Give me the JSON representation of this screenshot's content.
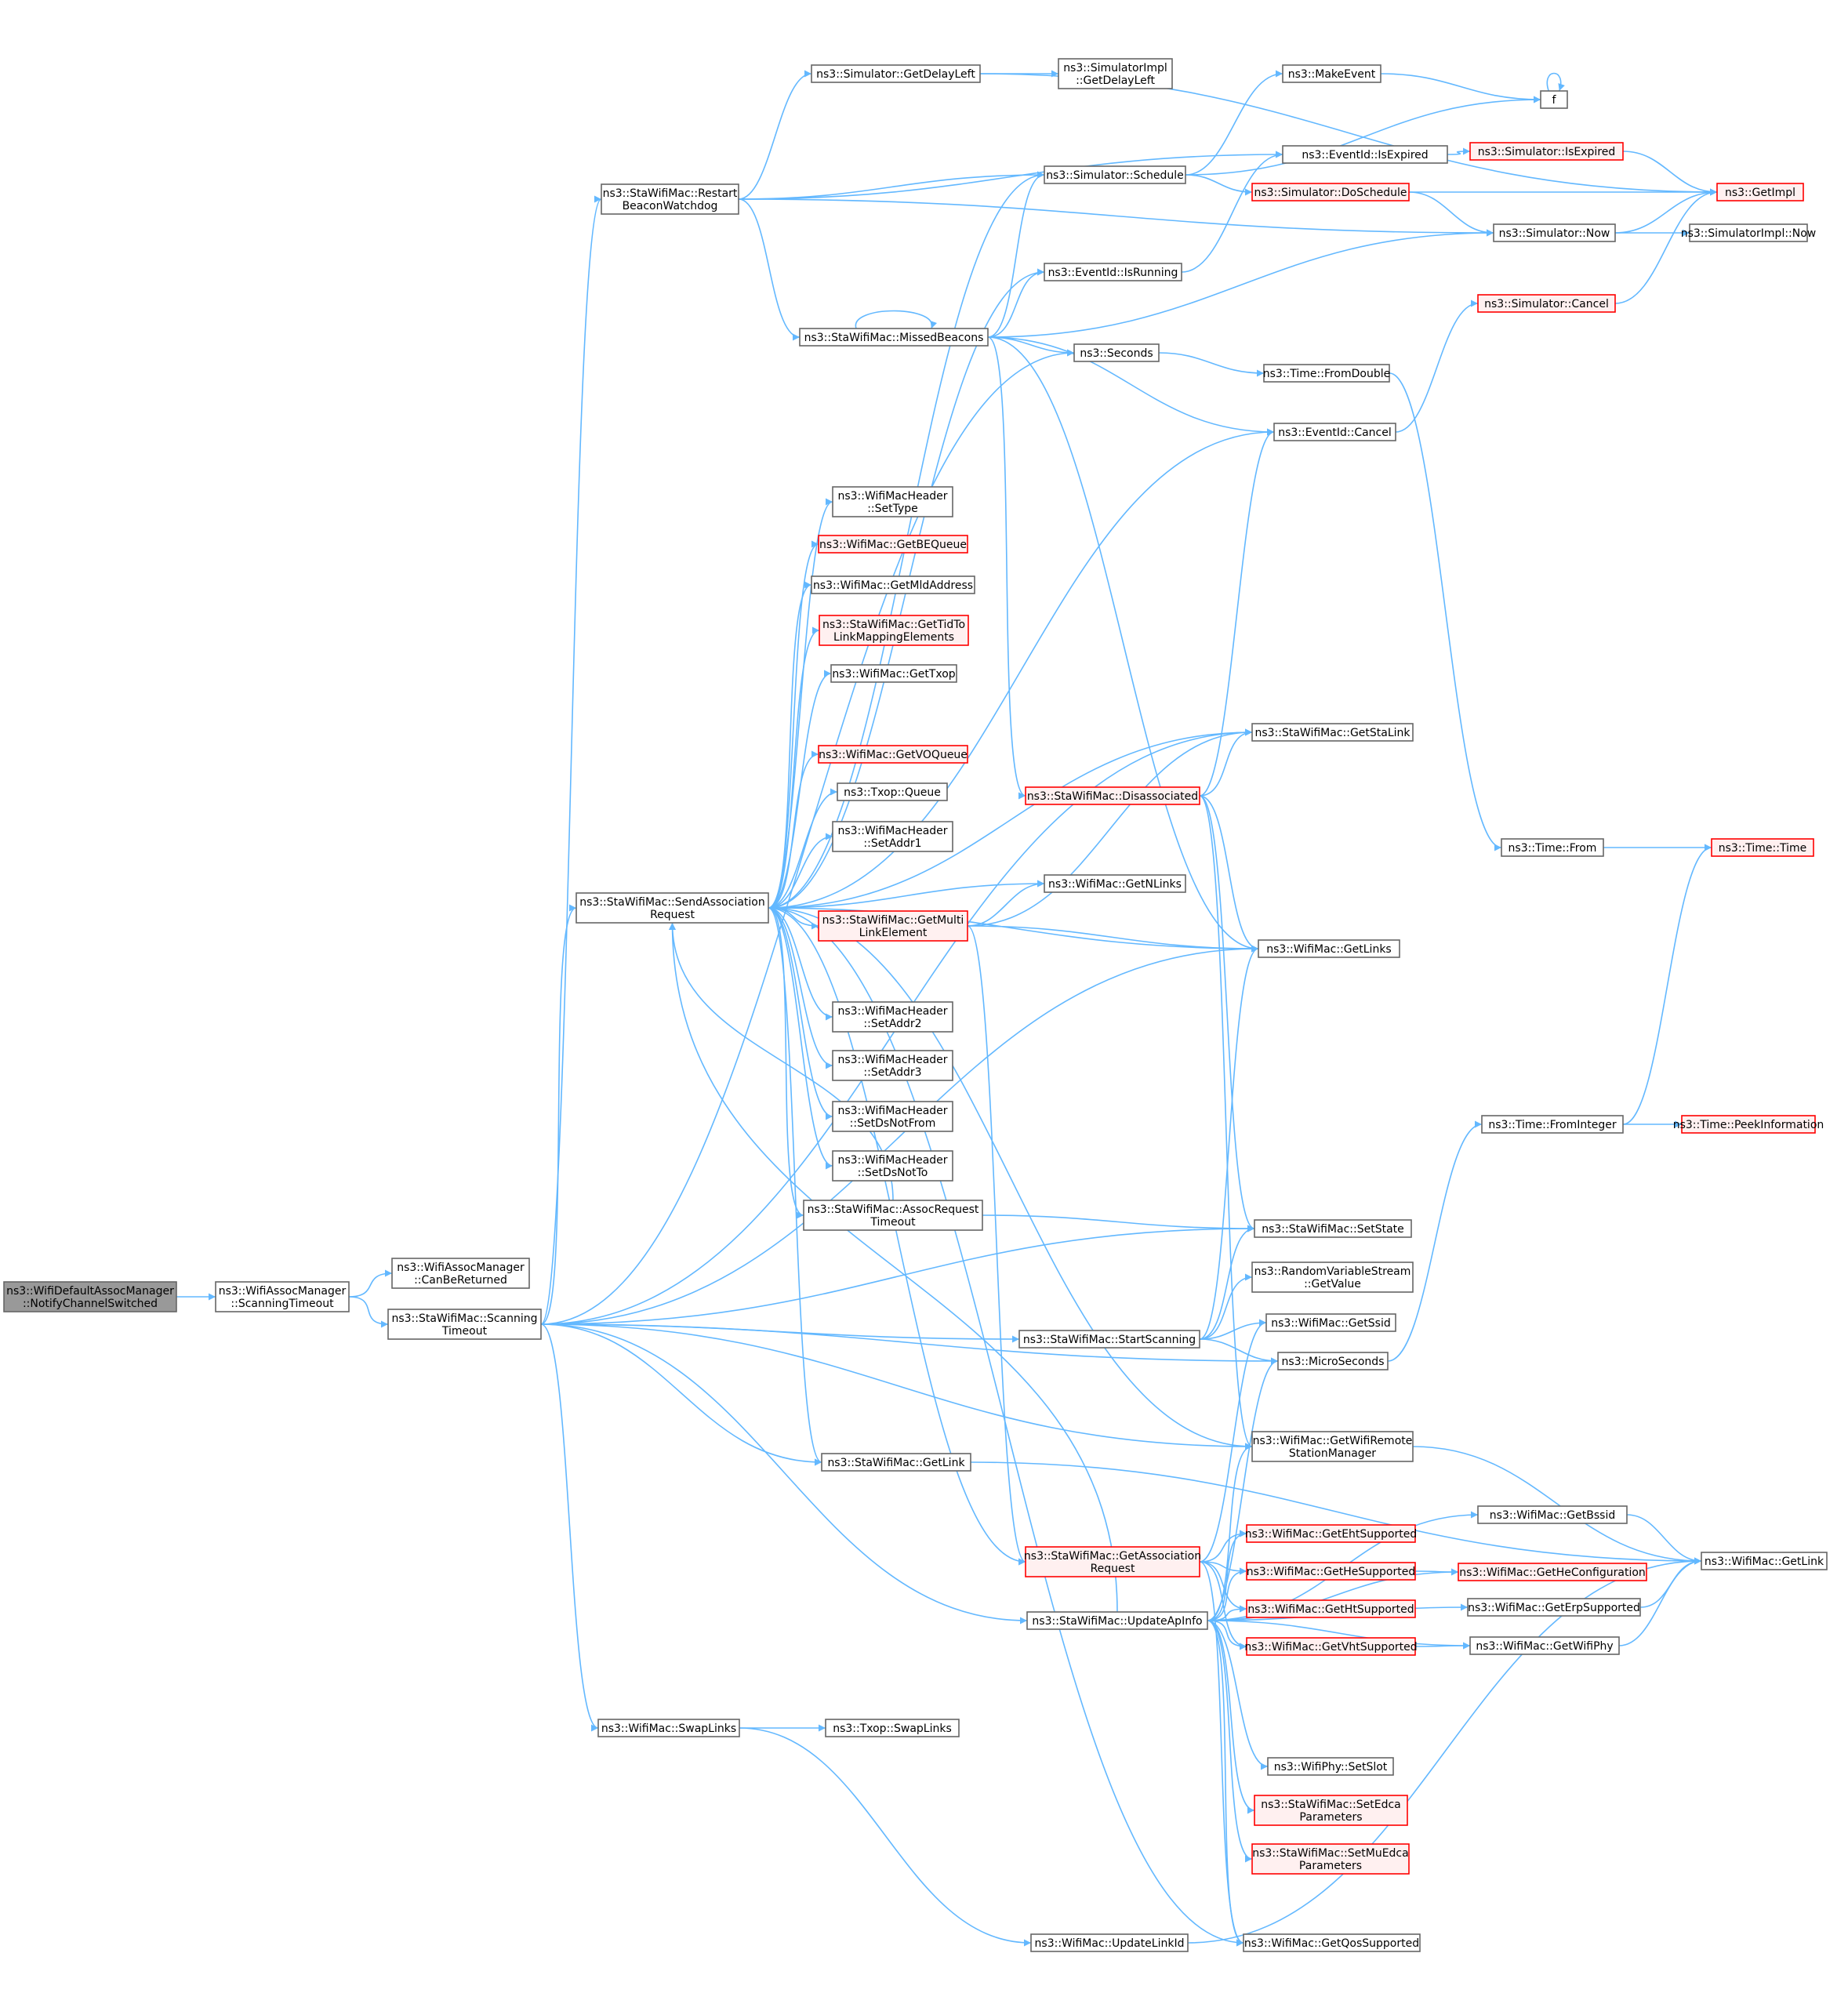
{
  "graph": {
    "nodes": [
      {
        "id": "root",
        "lines": [
          "ns3::WifiDefaultAssocManager",
          "::NotifyChannelSwitched"
        ],
        "style": "root"
      },
      {
        "id": "scanTimeout",
        "lines": [
          "ns3::WifiAssocManager",
          "::ScanningTimeout"
        ],
        "style": "normal"
      },
      {
        "id": "canBeReturned",
        "lines": [
          "ns3::WifiAssocManager",
          "::CanBeReturned"
        ],
        "style": "normal"
      },
      {
        "id": "staScanTimeout",
        "lines": [
          "ns3::StaWifiMac::Scanning",
          "Timeout"
        ],
        "style": "normal"
      },
      {
        "id": "restartBeacon",
        "lines": [
          "ns3::StaWifiMac::Restart",
          "BeaconWatchdog"
        ],
        "style": "normal"
      },
      {
        "id": "getDelayLeft",
        "lines": [
          "ns3::Simulator::GetDelayLeft"
        ],
        "style": "normal"
      },
      {
        "id": "implGetDelayLeft",
        "lines": [
          "ns3::SimulatorImpl",
          "::GetDelayLeft"
        ],
        "style": "normal"
      },
      {
        "id": "makeEvent",
        "lines": [
          "ns3::MakeEvent"
        ],
        "style": "normal"
      },
      {
        "id": "f",
        "lines": [
          "f"
        ],
        "style": "normal"
      },
      {
        "id": "eventIsExpired",
        "lines": [
          "ns3::EventId::IsExpired"
        ],
        "style": "normal"
      },
      {
        "id": "simIsExpired",
        "lines": [
          "ns3::Simulator::IsExpired"
        ],
        "style": "red"
      },
      {
        "id": "getImpl",
        "lines": [
          "ns3::GetImpl"
        ],
        "style": "red"
      },
      {
        "id": "schedule",
        "lines": [
          "ns3::Simulator::Schedule"
        ],
        "style": "normal"
      },
      {
        "id": "doSchedule",
        "lines": [
          "ns3::Simulator::DoSchedule"
        ],
        "style": "red"
      },
      {
        "id": "simNow",
        "lines": [
          "ns3::Simulator::Now"
        ],
        "style": "normal"
      },
      {
        "id": "implNow",
        "lines": [
          "ns3::SimulatorImpl::Now"
        ],
        "style": "normal"
      },
      {
        "id": "isRunning",
        "lines": [
          "ns3::EventId::IsRunning"
        ],
        "style": "normal"
      },
      {
        "id": "simCancel",
        "lines": [
          "ns3::Simulator::Cancel"
        ],
        "style": "red"
      },
      {
        "id": "missedBeacons",
        "lines": [
          "ns3::StaWifiMac::MissedBeacons"
        ],
        "style": "normal"
      },
      {
        "id": "seconds",
        "lines": [
          "ns3::Seconds"
        ],
        "style": "normal"
      },
      {
        "id": "fromDouble",
        "lines": [
          "ns3::Time::FromDouble"
        ],
        "style": "normal"
      },
      {
        "id": "eventCancel",
        "lines": [
          "ns3::EventId::Cancel"
        ],
        "style": "normal"
      },
      {
        "id": "setType",
        "lines": [
          "ns3::WifiMacHeader",
          "::SetType"
        ],
        "style": "normal"
      },
      {
        "id": "getBEQueue",
        "lines": [
          "ns3::WifiMac::GetBEQueue"
        ],
        "style": "red"
      },
      {
        "id": "getMldAddress",
        "lines": [
          "ns3::WifiMac::GetMldAddress"
        ],
        "style": "normal"
      },
      {
        "id": "getTidTo",
        "lines": [
          "ns3::StaWifiMac::GetTidTo",
          "LinkMappingElements"
        ],
        "style": "red"
      },
      {
        "id": "getTxop",
        "lines": [
          "ns3::WifiMac::GetTxop"
        ],
        "style": "normal"
      },
      {
        "id": "getStaLink",
        "lines": [
          "ns3::StaWifiMac::GetStaLink"
        ],
        "style": "normal"
      },
      {
        "id": "getVOQueue",
        "lines": [
          "ns3::WifiMac::GetVOQueue"
        ],
        "style": "red"
      },
      {
        "id": "disassociated",
        "lines": [
          "ns3::StaWifiMac::Disassociated"
        ],
        "style": "red"
      },
      {
        "id": "txopQueue",
        "lines": [
          "ns3::Txop::Queue"
        ],
        "style": "normal"
      },
      {
        "id": "setAddr1",
        "lines": [
          "ns3::WifiMacHeader",
          "::SetAddr1"
        ],
        "style": "normal"
      },
      {
        "id": "timeFrom",
        "lines": [
          "ns3::Time::From"
        ],
        "style": "normal"
      },
      {
        "id": "timeTime",
        "lines": [
          "ns3::Time::Time"
        ],
        "style": "red"
      },
      {
        "id": "sendAssoc",
        "lines": [
          "ns3::StaWifiMac::SendAssociation",
          "Request"
        ],
        "style": "normal"
      },
      {
        "id": "getNLinks",
        "lines": [
          "ns3::WifiMac::GetNLinks"
        ],
        "style": "normal"
      },
      {
        "id": "getMultiLink",
        "lines": [
          "ns3::StaWifiMac::GetMulti",
          "LinkElement"
        ],
        "style": "red"
      },
      {
        "id": "getLinks",
        "lines": [
          "ns3::WifiMac::GetLinks"
        ],
        "style": "normal"
      },
      {
        "id": "setAddr2",
        "lines": [
          "ns3::WifiMacHeader",
          "::SetAddr2"
        ],
        "style": "normal"
      },
      {
        "id": "setAddr3",
        "lines": [
          "ns3::WifiMacHeader",
          "::SetAddr3"
        ],
        "style": "normal"
      },
      {
        "id": "setDsNotFrom",
        "lines": [
          "ns3::WifiMacHeader",
          "::SetDsNotFrom"
        ],
        "style": "normal"
      },
      {
        "id": "fromInteger",
        "lines": [
          "ns3::Time::FromInteger"
        ],
        "style": "normal"
      },
      {
        "id": "peekInfo",
        "lines": [
          "ns3::Time::PeekInformation"
        ],
        "style": "red"
      },
      {
        "id": "setDsNotTo",
        "lines": [
          "ns3::WifiMacHeader",
          "::SetDsNotTo"
        ],
        "style": "normal"
      },
      {
        "id": "assocReqTimeout",
        "lines": [
          "ns3::StaWifiMac::AssocRequest",
          "Timeout"
        ],
        "style": "normal"
      },
      {
        "id": "setState",
        "lines": [
          "ns3::StaWifiMac::SetState"
        ],
        "style": "normal"
      },
      {
        "id": "rvsGetValue",
        "lines": [
          "ns3::RandomVariableStream",
          "::GetValue"
        ],
        "style": "normal"
      },
      {
        "id": "startScanning",
        "lines": [
          "ns3::StaWifiMac::StartScanning"
        ],
        "style": "normal"
      },
      {
        "id": "getSsid",
        "lines": [
          "ns3::WifiMac::GetSsid"
        ],
        "style": "normal"
      },
      {
        "id": "microSeconds",
        "lines": [
          "ns3::MicroSeconds"
        ],
        "style": "normal"
      },
      {
        "id": "getWifiRsm",
        "lines": [
          "ns3::WifiMac::GetWifiRemote",
          "StationManager"
        ],
        "style": "normal"
      },
      {
        "id": "staGetLink",
        "lines": [
          "ns3::StaWifiMac::GetLink"
        ],
        "style": "normal"
      },
      {
        "id": "getBssid",
        "lines": [
          "ns3::WifiMac::GetBssid"
        ],
        "style": "normal"
      },
      {
        "id": "getEht",
        "lines": [
          "ns3::WifiMac::GetEhtSupported"
        ],
        "style": "red"
      },
      {
        "id": "getAssocReq",
        "lines": [
          "ns3::StaWifiMac::GetAssociation",
          "Request"
        ],
        "style": "red"
      },
      {
        "id": "getHe",
        "lines": [
          "ns3::WifiMac::GetHeSupported"
        ],
        "style": "red"
      },
      {
        "id": "getHeConfig",
        "lines": [
          "ns3::WifiMac::GetHeConfiguration"
        ],
        "style": "red"
      },
      {
        "id": "wifiGetLink",
        "lines": [
          "ns3::WifiMac::GetLink"
        ],
        "style": "normal"
      },
      {
        "id": "getHt",
        "lines": [
          "ns3::WifiMac::GetHtSupported"
        ],
        "style": "red"
      },
      {
        "id": "getErp",
        "lines": [
          "ns3::WifiMac::GetErpSupported"
        ],
        "style": "normal"
      },
      {
        "id": "updateApInfo",
        "lines": [
          "ns3::StaWifiMac::UpdateApInfo"
        ],
        "style": "normal"
      },
      {
        "id": "getVht",
        "lines": [
          "ns3::WifiMac::GetVhtSupported"
        ],
        "style": "red"
      },
      {
        "id": "getWifiPhy",
        "lines": [
          "ns3::WifiMac::GetWifiPhy"
        ],
        "style": "normal"
      },
      {
        "id": "swapLinks",
        "lines": [
          "ns3::WifiMac::SwapLinks"
        ],
        "style": "normal"
      },
      {
        "id": "txopSwapLinks",
        "lines": [
          "ns3::Txop::SwapLinks"
        ],
        "style": "normal"
      },
      {
        "id": "setSlot",
        "lines": [
          "ns3::WifiPhy::SetSlot"
        ],
        "style": "normal"
      },
      {
        "id": "setEdca",
        "lines": [
          "ns3::StaWifiMac::SetEdca",
          "Parameters"
        ],
        "style": "red"
      },
      {
        "id": "setMuEdca",
        "lines": [
          "ns3::StaWifiMac::SetMuEdca",
          "Parameters"
        ],
        "style": "red"
      },
      {
        "id": "updateLinkId",
        "lines": [
          "ns3::WifiMac::UpdateLinkId"
        ],
        "style": "normal"
      },
      {
        "id": "getQos",
        "lines": [
          "ns3::WifiMac::GetQosSupported"
        ],
        "style": "normal"
      }
    ],
    "edges": [
      [
        "root",
        "scanTimeout"
      ],
      [
        "scanTimeout",
        "canBeReturned"
      ],
      [
        "scanTimeout",
        "staScanTimeout"
      ],
      [
        "staScanTimeout",
        "restartBeacon"
      ],
      [
        "staScanTimeout",
        "seconds"
      ],
      [
        "staScanTimeout",
        "getStaLink"
      ],
      [
        "staScanTimeout",
        "sendAssoc"
      ],
      [
        "staScanTimeout",
        "getLinks"
      ],
      [
        "staScanTimeout",
        "setState"
      ],
      [
        "staScanTimeout",
        "startScanning"
      ],
      [
        "staScanTimeout",
        "microSeconds"
      ],
      [
        "staScanTimeout",
        "staGetLink"
      ],
      [
        "staScanTimeout",
        "getWifiRsm"
      ],
      [
        "staScanTimeout",
        "updateApInfo"
      ],
      [
        "staScanTimeout",
        "swapLinks"
      ],
      [
        "restartBeacon",
        "getDelayLeft"
      ],
      [
        "restartBeacon",
        "eventIsExpired"
      ],
      [
        "restartBeacon",
        "schedule"
      ],
      [
        "restartBeacon",
        "simNow"
      ],
      [
        "restartBeacon",
        "missedBeacons"
      ],
      [
        "getDelayLeft",
        "getImpl"
      ],
      [
        "getDelayLeft",
        "implGetDelayLeft"
      ],
      [
        "makeEvent",
        "f"
      ],
      [
        "f",
        "f"
      ],
      [
        "eventIsExpired",
        "simIsExpired"
      ],
      [
        "simIsExpired",
        "getImpl"
      ],
      [
        "schedule",
        "makeEvent"
      ],
      [
        "schedule",
        "f"
      ],
      [
        "schedule",
        "doSchedule"
      ],
      [
        "doSchedule",
        "getImpl"
      ],
      [
        "doSchedule",
        "simNow"
      ],
      [
        "simNow",
        "getImpl"
      ],
      [
        "simNow",
        "implNow"
      ],
      [
        "isRunning",
        "eventIsExpired"
      ],
      [
        "simCancel",
        "getImpl"
      ],
      [
        "missedBeacons",
        "schedule"
      ],
      [
        "missedBeacons",
        "isRunning"
      ],
      [
        "missedBeacons",
        "simNow"
      ],
      [
        "missedBeacons",
        "missedBeacons"
      ],
      [
        "missedBeacons",
        "seconds"
      ],
      [
        "missedBeacons",
        "eventCancel"
      ],
      [
        "missedBeacons",
        "disassociated"
      ],
      [
        "missedBeacons",
        "getLinks"
      ],
      [
        "seconds",
        "fromDouble"
      ],
      [
        "fromDouble",
        "timeFrom"
      ],
      [
        "eventCancel",
        "simCancel"
      ],
      [
        "disassociated",
        "eventCancel"
      ],
      [
        "disassociated",
        "getStaLink"
      ],
      [
        "disassociated",
        "getLinks"
      ],
      [
        "disassociated",
        "setState"
      ],
      [
        "disassociated",
        "getWifiRsm"
      ],
      [
        "timeFrom",
        "timeTime"
      ],
      [
        "fromInteger",
        "timeTime"
      ],
      [
        "fromInteger",
        "peekInfo"
      ],
      [
        "sendAssoc",
        "schedule"
      ],
      [
        "sendAssoc",
        "isRunning"
      ],
      [
        "sendAssoc",
        "eventCancel"
      ],
      [
        "sendAssoc",
        "setType"
      ],
      [
        "sendAssoc",
        "getBEQueue"
      ],
      [
        "sendAssoc",
        "getMldAddress"
      ],
      [
        "sendAssoc",
        "getTidTo"
      ],
      [
        "sendAssoc",
        "getTxop"
      ],
      [
        "sendAssoc",
        "getStaLink"
      ],
      [
        "sendAssoc",
        "getVOQueue"
      ],
      [
        "sendAssoc",
        "txopQueue"
      ],
      [
        "sendAssoc",
        "setAddr1"
      ],
      [
        "sendAssoc",
        "getNLinks"
      ],
      [
        "sendAssoc",
        "getMultiLink"
      ],
      [
        "sendAssoc",
        "getLinks"
      ],
      [
        "sendAssoc",
        "setAddr2"
      ],
      [
        "sendAssoc",
        "setAddr3"
      ],
      [
        "sendAssoc",
        "setDsNotFrom"
      ],
      [
        "sendAssoc",
        "setDsNotTo"
      ],
      [
        "sendAssoc",
        "assocReqTimeout"
      ],
      [
        "sendAssoc",
        "staGetLink"
      ],
      [
        "sendAssoc",
        "getWifiRsm"
      ],
      [
        "sendAssoc",
        "getAssocReq"
      ],
      [
        "sendAssoc",
        "getQos"
      ],
      [
        "getMultiLink",
        "getStaLink"
      ],
      [
        "getMultiLink",
        "getNLinks"
      ],
      [
        "getMultiLink",
        "getLinks"
      ],
      [
        "getMultiLink",
        "getAssocReq"
      ],
      [
        "assocReqTimeout",
        "sendAssoc"
      ],
      [
        "assocReqTimeout",
        "setState"
      ],
      [
        "startScanning",
        "setState"
      ],
      [
        "startScanning",
        "getLinks"
      ],
      [
        "startScanning",
        "rvsGetValue"
      ],
      [
        "startScanning",
        "getSsid"
      ],
      [
        "startScanning",
        "microSeconds"
      ],
      [
        "microSeconds",
        "fromInteger"
      ],
      [
        "getWifiRsm",
        "wifiGetLink"
      ],
      [
        "staGetLink",
        "wifiGetLink"
      ],
      [
        "getBssid",
        "wifiGetLink"
      ],
      [
        "getAssocReq",
        "getSsid"
      ],
      [
        "getAssocReq",
        "getEht"
      ],
      [
        "getAssocReq",
        "getHe"
      ],
      [
        "getAssocReq",
        "getHt"
      ],
      [
        "getAssocReq",
        "getVht"
      ],
      [
        "getAssocReq",
        "getQos"
      ],
      [
        "getHe",
        "getHeConfig"
      ],
      [
        "getErp",
        "wifiGetLink"
      ],
      [
        "getVht",
        "getWifiPhy"
      ],
      [
        "getWifiPhy",
        "wifiGetLink"
      ],
      [
        "updateApInfo",
        "sendAssoc"
      ],
      [
        "updateApInfo",
        "microSeconds"
      ],
      [
        "updateApInfo",
        "getWifiRsm"
      ],
      [
        "updateApInfo",
        "getBssid"
      ],
      [
        "updateApInfo",
        "getEht"
      ],
      [
        "updateApInfo",
        "getHe"
      ],
      [
        "updateApInfo",
        "getHeConfig"
      ],
      [
        "updateApInfo",
        "getHt"
      ],
      [
        "updateApInfo",
        "getErp"
      ],
      [
        "updateApInfo",
        "getVht"
      ],
      [
        "updateApInfo",
        "getWifiPhy"
      ],
      [
        "updateApInfo",
        "setSlot"
      ],
      [
        "updateApInfo",
        "setEdca"
      ],
      [
        "updateApInfo",
        "setMuEdca"
      ],
      [
        "updateApInfo",
        "getQos"
      ],
      [
        "swapLinks",
        "txopSwapLinks"
      ],
      [
        "swapLinks",
        "updateLinkId"
      ],
      [
        "updateLinkId",
        "wifiGetLink"
      ]
    ]
  }
}
